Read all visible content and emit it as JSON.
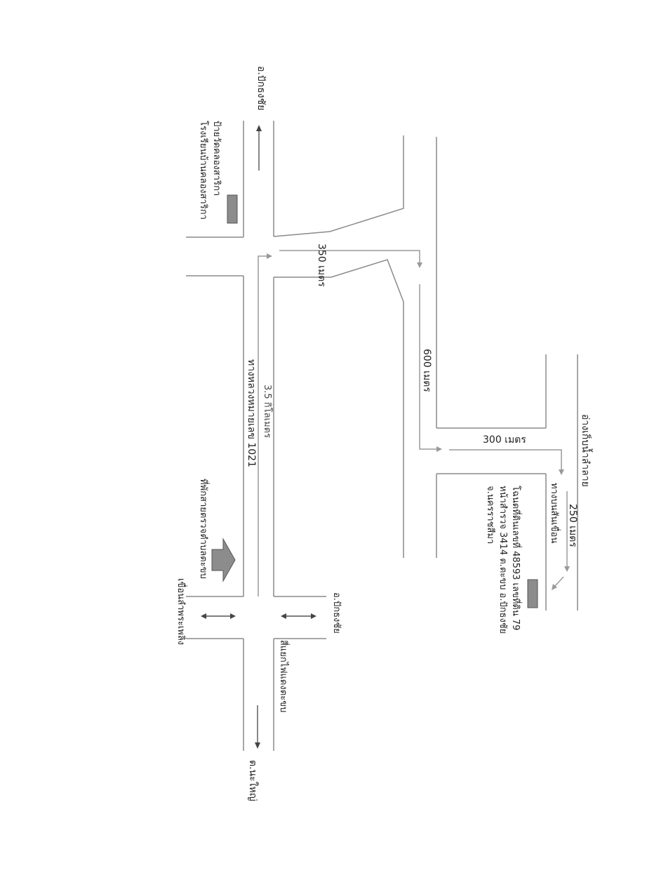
{
  "labels": {
    "district_top": "อ.ปักธงชัย",
    "sign_line1": "ป้ายวัดคลองสาริกา",
    "sign_line2": "โรงเรียนบ้านคลองสาริกา",
    "dist_350": "350 เมตร",
    "dist_600": "600 เมตร",
    "dist_300": "300 เมตร",
    "dist_250": "250 เมตร",
    "reservoir": "อ่างเก็บน้ำลำลาย",
    "dirt_road": "ทางบนสันเขื่อน",
    "highway": "ทางหลวงหมายเลข 1021",
    "dist_35km": "3.5 กิโลเมตร",
    "checkpoint": "ที่พักสายตรวจตำบลตะขบ",
    "district_bottom": "อ.ปักธงชัย",
    "dam": "เขื่อนลำพระเพลิง",
    "intersection": "สี่แยกไฟแดงตะขบ",
    "subdistrict": "ต.นะใหญ่",
    "parcel_line1": "โฉนดที่ดินเลขที่ 48593 เลขที่ดิน 79",
    "parcel_line2": "หน้าสำรวจ 3414  ต.ตะขบ อ.ปักธงชัย",
    "parcel_line3": "จ.นครราชสีมา"
  },
  "colors": {
    "marker": "#8c8c8c",
    "road": "#8a8a8a",
    "text": "#222222"
  },
  "icons": {
    "sign_marker": "rectangle-marker",
    "parcel_marker": "rectangle-marker",
    "checkpoint_marker": "block-arrow-icon"
  }
}
